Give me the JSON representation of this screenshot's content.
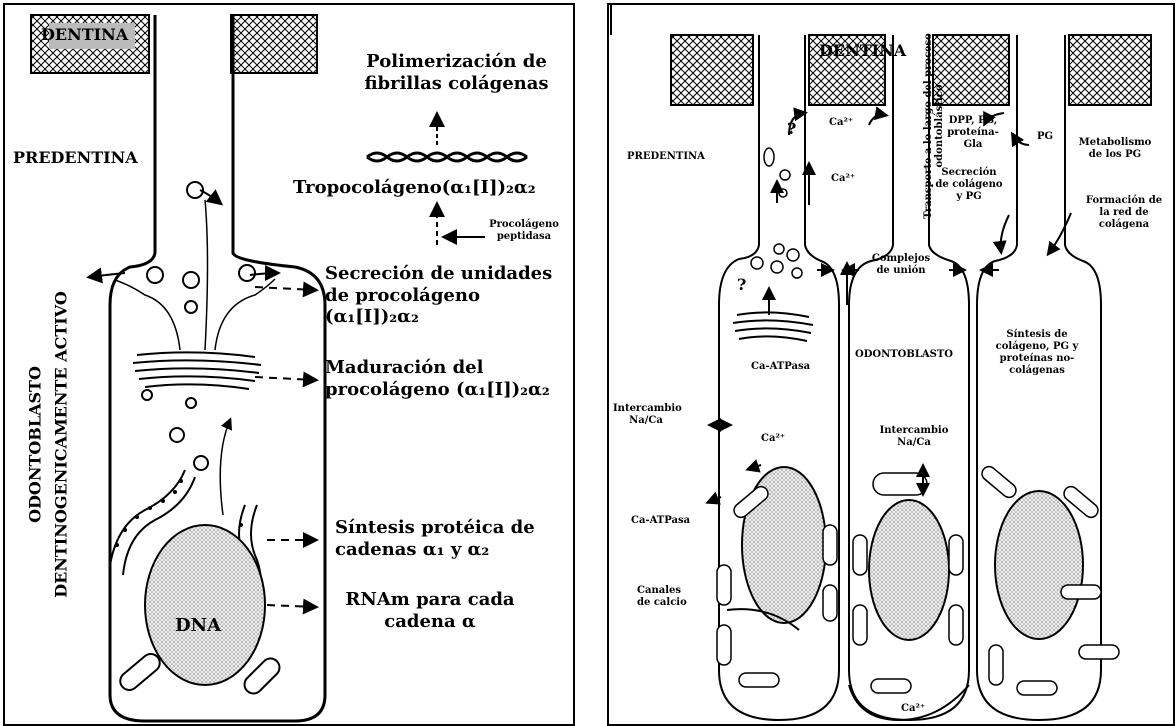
{
  "left_panel": {
    "dentina": "DENTINA",
    "predentina": "PREDENTINA",
    "polimerizacion": "Polimerización de fibrillas colágenas",
    "tropocolageno": "Tropocolágeno(α₁[I])₂α₂",
    "procolageno_peptidasa": "Procolágeno peptidasa",
    "secrecion": "Secreción de unidades de procolágeno (α₁[I])₂α₂",
    "maduracion": "Maduración del procolágeno (α₁[I])₂α₂",
    "sintesis": "Síntesis protéica de cadenas α₁ y α₂",
    "rnam": "RNAm para cada cadena α",
    "dna": "DNA",
    "odontoblasto_line1": "ODONTOBLASTO",
    "odontoblasto_line2": "DENTINOGENICAMENTE ACTIVO"
  },
  "right_panel": {
    "dentina": "DENTINA",
    "predentina": "PREDENTINA",
    "transporte": "Transporte a lo largo del proceso odontoblástico",
    "ca_top": "Ca²⁺",
    "ca_mid": "Ca²⁺",
    "question_top": "?",
    "question_mid": "?",
    "dpp": "DPP, PG, proteína-Gla",
    "pg": "PG",
    "metabolismo": "Metabolismo de los PG",
    "secrecion": "Secreción de colágeno y PG",
    "formacion": "Formación de la red de colágena",
    "complejos": "Complejos de unión",
    "odontoblasto": "ODONTOBLASTO",
    "ca_atpasa_1": "Ca-ATPasa",
    "sintesis": "Síntesis de colágeno, PG y proteínas no-colágenas",
    "intercambio_left": "Intercambio Na/Ca",
    "ca_cell": "Ca²⁺",
    "intercambio_mid": "Intercambio Na/Ca",
    "ca_atpasa_2": "Ca-ATPasa",
    "canales": "Canales de calcio",
    "ca_bottom": "Ca²⁺"
  }
}
